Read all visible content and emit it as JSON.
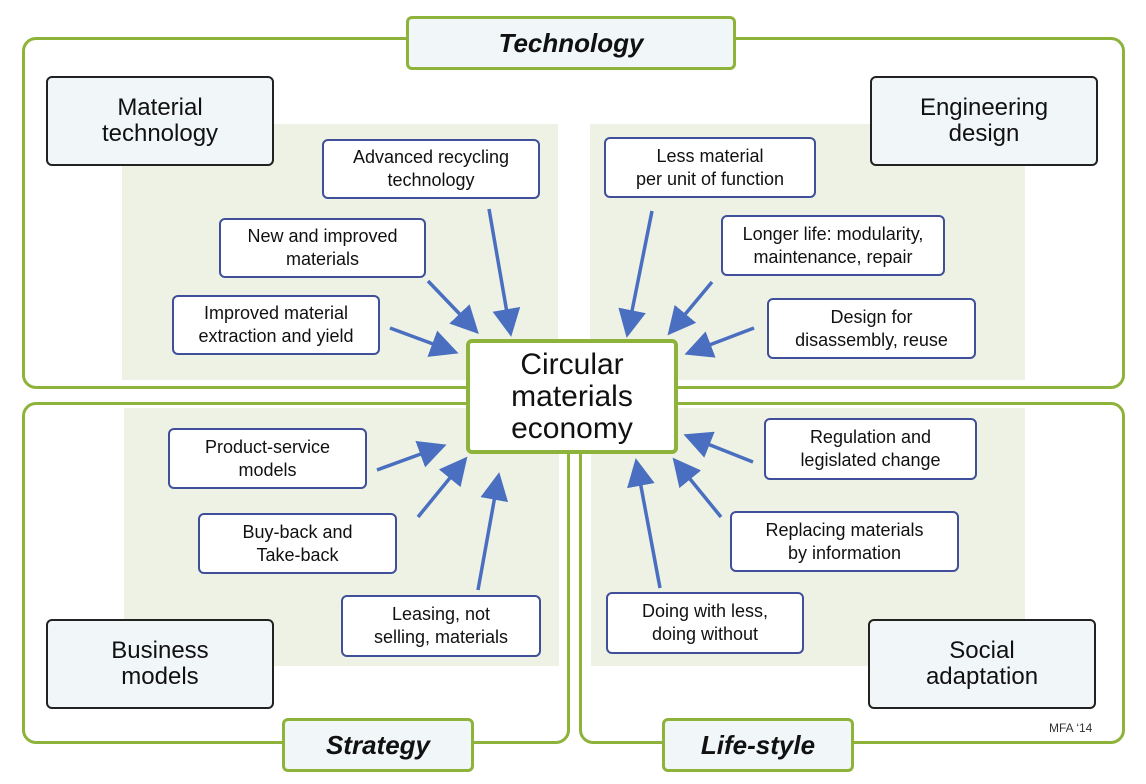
{
  "categories": {
    "top": "Technology",
    "bottom_left": "Strategy",
    "bottom_right": "Life-style"
  },
  "corners": {
    "top_left": "Material\ntechnology",
    "top_right": "Engineering\ndesign",
    "bottom_left": "Business\nmodels",
    "bottom_right": "Social\nadaptation"
  },
  "center": "Circular\nmaterials\neconomy",
  "items": {
    "top_left": [
      "Advanced recycling\ntechnology",
      "New and improved\nmaterials",
      "Improved material\nextraction and yield"
    ],
    "top_right": [
      "Less material\nper unit of function",
      "Longer life: modularity,\nmaintenance, repair",
      "Design for\ndisassembly, reuse"
    ],
    "bottom_left": [
      "Product-service\nmodels",
      "Buy-back and\nTake-back",
      "Leasing, not\nselling, materials"
    ],
    "bottom_right": [
      "Regulation and\nlegislated change",
      "Replacing materials\nby information",
      "Doing with less,\ndoing without"
    ]
  },
  "credit": "MFA ‘14",
  "colors": {
    "frame_green": "#8db33a",
    "arrow_blue": "#4a6fc0",
    "box_border_blue": "#3f4f9a",
    "shade_green": "#eef2e4"
  }
}
